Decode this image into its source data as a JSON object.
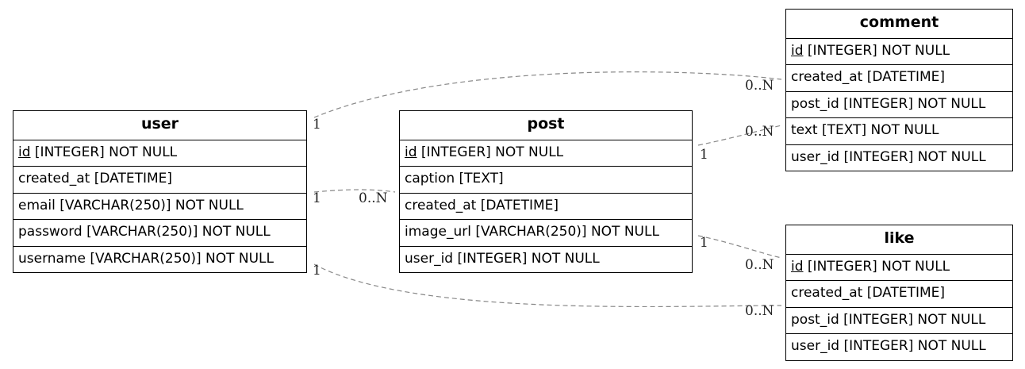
{
  "entities": {
    "user": {
      "name": "user",
      "rows": [
        {
          "pk": "id",
          "rest": " [INTEGER] NOT NULL"
        },
        {
          "text": "created_at [DATETIME]"
        },
        {
          "text": "email [VARCHAR(250)] NOT NULL"
        },
        {
          "text": "password [VARCHAR(250)] NOT NULL"
        },
        {
          "text": "username [VARCHAR(250)] NOT NULL"
        }
      ]
    },
    "post": {
      "name": "post",
      "rows": [
        {
          "pk": "id",
          "rest": " [INTEGER] NOT NULL"
        },
        {
          "text": "caption [TEXT]"
        },
        {
          "text": "created_at [DATETIME]"
        },
        {
          "text": "image_url [VARCHAR(250)] NOT NULL"
        },
        {
          "text": "user_id [INTEGER] NOT NULL"
        }
      ]
    },
    "comment": {
      "name": "comment",
      "rows": [
        {
          "pk": "id",
          "rest": " [INTEGER] NOT NULL"
        },
        {
          "text": "created_at [DATETIME]"
        },
        {
          "text": "post_id [INTEGER] NOT NULL"
        },
        {
          "text": "text [TEXT] NOT NULL"
        },
        {
          "text": "user_id [INTEGER] NOT NULL"
        }
      ]
    },
    "like": {
      "name": "like",
      "rows": [
        {
          "pk": "id",
          "rest": " [INTEGER] NOT NULL"
        },
        {
          "text": "created_at [DATETIME]"
        },
        {
          "text": "post_id [INTEGER] NOT NULL"
        },
        {
          "text": "user_id [INTEGER] NOT NULL"
        }
      ]
    }
  },
  "relationships": {
    "user_comment": {
      "from": "1",
      "to": "0..N"
    },
    "user_post": {
      "from": "1",
      "to": "0..N"
    },
    "user_like": {
      "from": "1",
      "to": "0..N"
    },
    "post_comment": {
      "from": "1",
      "to": "0..N"
    },
    "post_like": {
      "from": "1",
      "to": "0..N"
    }
  },
  "colors": {
    "border": "#000000",
    "link": "#888888",
    "background": "#ffffff"
  }
}
